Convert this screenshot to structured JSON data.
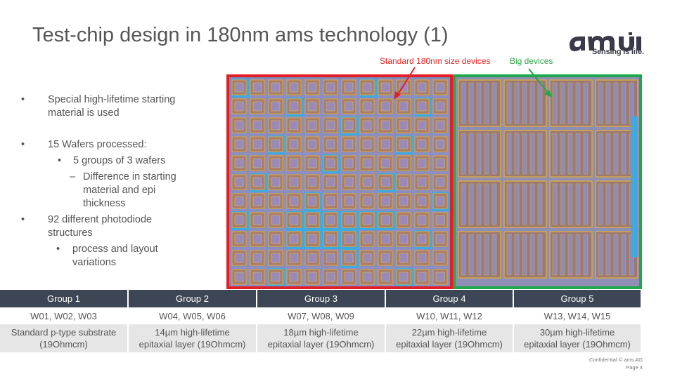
{
  "title": "Test-chip design in 180nm ams technology (1)",
  "logo": {
    "brand": "ams",
    "tagline": "Sensing is life."
  },
  "callouts": {
    "standard": "Standard 180nm size devices",
    "big": "Big devices"
  },
  "colors": {
    "red_frame": "#e31e24",
    "green_frame": "#1ea84a",
    "header_bg": "#3d4654",
    "row_alt": "#e6e6e6"
  },
  "bullets": {
    "b1_line1": "Special high-lifetime starting",
    "b1_line2": "material is used",
    "b2": "15 Wafers processed:",
    "b2_sub": "5 groups of 3 wafers",
    "b2_subsub_l1": "Difference in starting",
    "b2_subsub_l2": "material and epi",
    "b2_subsub_l3": "thickness",
    "b3_line1": "92 different photodiode",
    "b3_line2": "structures",
    "b3_sub_l1": "process and layout",
    "b3_sub_l2": "variations"
  },
  "table": {
    "groups": [
      "Group 1",
      "Group 2",
      "Group 3",
      "Group 4",
      "Group 5"
    ],
    "wafers": [
      "W01, W02, W03",
      "W04, W05, W06",
      "W07, W08, W09",
      "W10, W11, W12",
      "W13, W14, W15"
    ],
    "substrate_l1": [
      "Standard p-type substrate",
      "14µm high-lifetime",
      "18µm high-lifetime",
      "22µm high-lifetime",
      "30µm high-lifetime"
    ],
    "substrate_l2": [
      "(19Ohmcm)",
      "epitaxial layer (19Ohmcm)",
      "epitaxial layer (19Ohmcm)",
      "epitaxial layer (19Ohmcm)",
      "epitaxial layer (19Ohmcm)"
    ]
  },
  "footer": {
    "confidential": "Confidential © ams AG",
    "page": "Page 4"
  }
}
